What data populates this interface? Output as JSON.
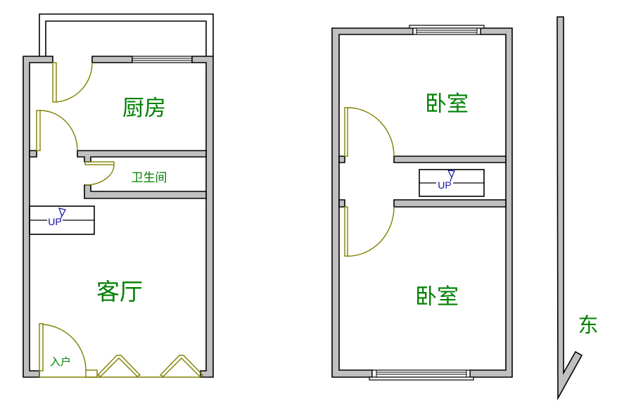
{
  "colors": {
    "wall": "#c0c0c0",
    "door": "#808000",
    "label": "#008000",
    "stairs_text": "#1010a0"
  },
  "ground_floor": {
    "rooms": {
      "kitchen": "厨房",
      "bathroom": "卫生间",
      "living_room": "客厅",
      "entrance": "入户"
    },
    "stairs_label": "UP"
  },
  "upper_floor": {
    "rooms": {
      "bedroom_top": "卧室",
      "bedroom_bottom": "卧室"
    },
    "stairs_label": "UP"
  },
  "compass": {
    "label": "东"
  }
}
